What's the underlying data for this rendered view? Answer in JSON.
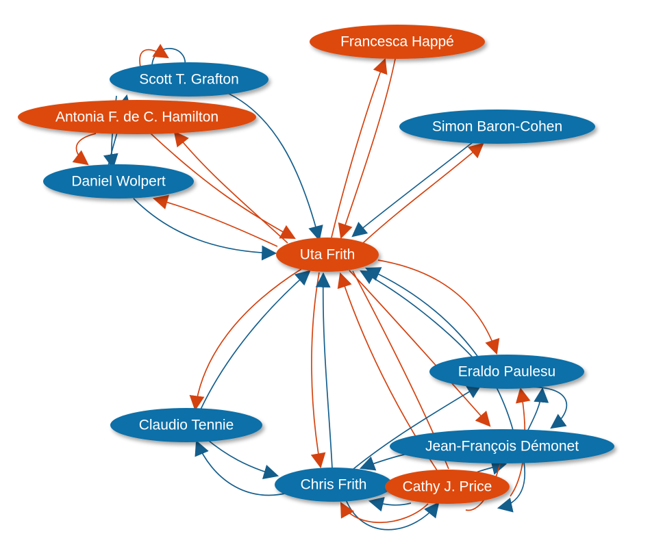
{
  "colors": {
    "blue": "#0E70A8",
    "orange": "#DD4A11",
    "blue_edge": "#145E8C",
    "orange_edge": "#D4420F"
  },
  "nodes": [
    {
      "id": "uta",
      "label": "Uta Frith",
      "color": "orange"
    },
    {
      "id": "happe",
      "label": "Francesca Happé",
      "color": "orange"
    },
    {
      "id": "grafton",
      "label": "Scott T. Grafton",
      "color": "blue"
    },
    {
      "id": "hamilton",
      "label": "Antonia F. de C. Hamilton",
      "color": "orange"
    },
    {
      "id": "baron",
      "label": "Simon Baron-Cohen",
      "color": "blue"
    },
    {
      "id": "wolpert",
      "label": "Daniel Wolpert",
      "color": "blue"
    },
    {
      "id": "paulesu",
      "label": "Eraldo Paulesu",
      "color": "blue"
    },
    {
      "id": "tennie",
      "label": "Claudio Tennie",
      "color": "blue"
    },
    {
      "id": "demonet",
      "label": "Jean-François Démonet",
      "color": "blue"
    },
    {
      "id": "chris",
      "label": "Chris Frith",
      "color": "blue"
    },
    {
      "id": "price",
      "label": "Cathy J. Price",
      "color": "orange"
    }
  ],
  "edges": [
    {
      "from": "grafton",
      "to": "uta",
      "color": "blue"
    },
    {
      "from": "uta",
      "to": "hamilton",
      "color": "orange"
    },
    {
      "from": "hamilton",
      "to": "uta",
      "color": "orange"
    },
    {
      "from": "uta",
      "to": "wolpert",
      "color": "orange"
    },
    {
      "from": "wolpert",
      "to": "uta",
      "color": "blue"
    },
    {
      "from": "happe",
      "to": "uta",
      "color": "orange"
    },
    {
      "from": "uta",
      "to": "happe",
      "color": "orange"
    },
    {
      "from": "baron",
      "to": "uta",
      "color": "blue"
    },
    {
      "from": "uta",
      "to": "baron",
      "color": "orange"
    },
    {
      "from": "uta",
      "to": "paulesu",
      "color": "orange"
    },
    {
      "from": "paulesu",
      "to": "uta",
      "color": "blue"
    },
    {
      "from": "demonet",
      "to": "uta",
      "color": "blue"
    },
    {
      "from": "uta",
      "to": "demonet",
      "color": "orange"
    },
    {
      "from": "price",
      "to": "uta",
      "color": "orange"
    },
    {
      "from": "uta",
      "to": "chris",
      "color": "orange"
    },
    {
      "from": "chris",
      "to": "uta",
      "color": "blue"
    },
    {
      "from": "uta",
      "to": "tennie",
      "color": "orange"
    },
    {
      "from": "tennie",
      "to": "uta",
      "color": "blue"
    },
    {
      "from": "tennie",
      "to": "chris",
      "color": "blue"
    },
    {
      "from": "chris",
      "to": "tennie",
      "color": "blue"
    },
    {
      "from": "chris",
      "to": "paulesu",
      "color": "blue"
    },
    {
      "from": "demonet",
      "to": "chris",
      "color": "blue"
    },
    {
      "from": "price",
      "to": "chris",
      "color": "blue"
    },
    {
      "from": "chris",
      "to": "price",
      "color": "blue"
    },
    {
      "from": "price",
      "to": "chris",
      "color": "orange"
    },
    {
      "from": "price",
      "to": "paulesu",
      "color": "orange"
    },
    {
      "from": "price",
      "to": "demonet",
      "color": "blue"
    },
    {
      "from": "demonet",
      "to": "price",
      "color": "blue"
    },
    {
      "from": "paulesu",
      "to": "demonet",
      "color": "blue"
    },
    {
      "from": "demonet",
      "to": "paulesu",
      "color": "blue"
    },
    {
      "from": "grafton",
      "to": "grafton",
      "color": "orange"
    },
    {
      "from": "hamilton",
      "to": "wolpert",
      "color": "orange"
    },
    {
      "from": "wolpert",
      "to": "grafton",
      "color": "blue"
    },
    {
      "from": "grafton",
      "to": "wolpert",
      "color": "blue"
    }
  ]
}
